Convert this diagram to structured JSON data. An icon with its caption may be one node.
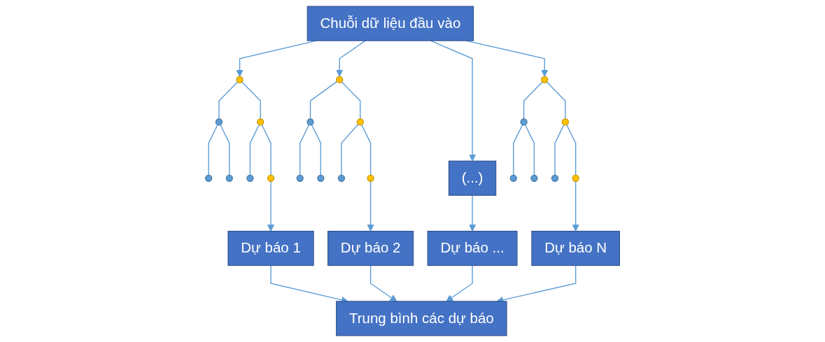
{
  "diagram": {
    "nodes": [
      {
        "text": [
          "Chuỗi dữ liệu đầu vào"
        ]
      },
      {
        "text": [],
        "shape": "circle"
      },
      {
        "text": [],
        "shape": "circle"
      },
      {
        "text": [],
        "shape": "circle"
      },
      {
        "text": [],
        "shape": "circle"
      },
      {
        "text": [],
        "shape": "circle"
      },
      {
        "text": [],
        "shape": "circle"
      },
      {
        "text": [],
        "shape": "circle"
      },
      {
        "text": [
          "(...)"
        ]
      },
      {
        "text": [],
        "shape": "circle"
      },
      {
        "text": [],
        "shape": "circle"
      },
      {
        "text": [],
        "shape": "circle"
      },
      {
        "text": [],
        "shape": "circle"
      },
      {
        "text": [],
        "shape": "circle"
      },
      {
        "text": [],
        "shape": "circle"
      },
      {
        "text": [],
        "shape": "circle"
      },
      {
        "text": [],
        "shape": "circle"
      },
      {
        "text": [],
        "shape": "circle"
      },
      {
        "text": [],
        "shape": "circle"
      },
      {
        "text": [],
        "shape": "circle"
      },
      {
        "text": [],
        "shape": "circle"
      },
      {
        "text": [],
        "shape": "circle"
      },
      {
        "text": [],
        "shape": "circle"
      },
      {
        "text": [
          "Dự báo 1"
        ]
      },
      {
        "text": [
          "Dự báo 2"
        ]
      },
      {
        "text": [
          "Dự báo ..."
        ]
      },
      {
        "text": [
          "Dự báo N"
        ]
      },
      {
        "text": [
          "Trung bình các dự báo"
        ]
      }
    ],
    "edges": [
      {
        "from": 0,
        "to": 1,
        "arrow": "to"
      },
      {
        "from": 0,
        "to": 2,
        "arrow": "to"
      },
      {
        "from": 0,
        "to": 8,
        "arrow": "to"
      },
      {
        "from": 0,
        "to": 3,
        "arrow": "to"
      },
      {
        "from": 1,
        "to": 4,
        "arrow": "none"
      },
      {
        "from": 1,
        "to": 5,
        "arrow": "none"
      },
      {
        "from": 4,
        "to": 11,
        "arrow": "none"
      },
      {
        "from": 4,
        "to": 12,
        "arrow": "none"
      },
      {
        "from": 5,
        "to": 13,
        "arrow": "none"
      },
      {
        "from": 5,
        "to": 14,
        "arrow": "none"
      },
      {
        "from": 2,
        "to": 6,
        "arrow": "none"
      },
      {
        "from": 2,
        "to": 7,
        "arrow": "none"
      },
      {
        "from": 6,
        "to": 15,
        "arrow": "none"
      },
      {
        "from": 6,
        "to": 16,
        "arrow": "none"
      },
      {
        "from": 7,
        "to": 17,
        "arrow": "none"
      },
      {
        "from": 7,
        "to": 18,
        "arrow": "none"
      },
      {
        "from": 3,
        "to": 9,
        "arrow": "none"
      },
      {
        "from": 3,
        "to": 10,
        "arrow": "none"
      },
      {
        "from": 9,
        "to": 19,
        "arrow": "none"
      },
      {
        "from": 9,
        "to": 20,
        "arrow": "none"
      },
      {
        "from": 10,
        "to": 21,
        "arrow": "none"
      },
      {
        "from": 10,
        "to": 22,
        "arrow": "none"
      },
      {
        "from": 14,
        "to": 23,
        "arrow": "to"
      },
      {
        "from": 18,
        "to": 24,
        "arrow": "to"
      },
      {
        "from": 8,
        "to": 25,
        "arrow": "to"
      },
      {
        "from": 22,
        "to": 26,
        "arrow": "to"
      },
      {
        "from": 23,
        "to": 27,
        "arrow": "to"
      },
      {
        "from": 24,
        "to": 27,
        "arrow": "to"
      },
      {
        "from": 25,
        "to": 27,
        "arrow": "to"
      },
      {
        "from": 26,
        "to": 27,
        "arrow": "to"
      }
    ]
  }
}
